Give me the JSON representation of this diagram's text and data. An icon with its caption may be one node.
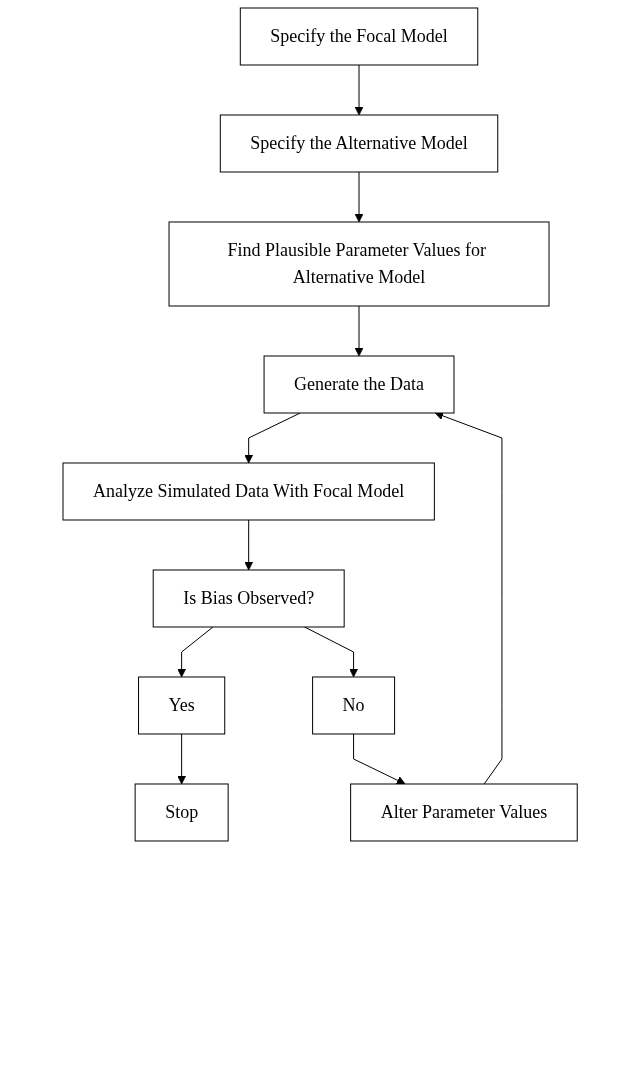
{
  "diagram": {
    "nodes": [
      {
        "text": [
          "Specify the Focal Model"
        ]
      },
      {
        "text": [
          "Specify the Alternative Model"
        ]
      },
      {
        "text": [
          "Find Plausible Parameter Values for Alternative Model"
        ]
      },
      {
        "text": [
          "Generate the Data"
        ]
      },
      {
        "text": [
          "Analyze Simulated Data With Focal Model"
        ]
      },
      {
        "text": [
          "Is Bias Observed?"
        ]
      },
      {
        "text": [
          "Yes"
        ]
      },
      {
        "text": [
          "No"
        ]
      },
      {
        "text": [
          "Stop"
        ]
      },
      {
        "text": [
          "Alter Parameter Values"
        ]
      }
    ],
    "edges": [
      {
        "from": 0,
        "to": 1,
        "arrow": "to"
      },
      {
        "from": 1,
        "to": 2,
        "arrow": "to"
      },
      {
        "from": 2,
        "to": 3,
        "arrow": "to"
      },
      {
        "from": 3,
        "to": 4,
        "arrow": "to"
      },
      {
        "from": 4,
        "to": 5,
        "arrow": "to"
      },
      {
        "from": 5,
        "to": 6,
        "arrow": "to"
      },
      {
        "from": 5,
        "to": 7,
        "arrow": "to"
      },
      {
        "from": 6,
        "to": 8,
        "arrow": "to"
      },
      {
        "from": 7,
        "to": 9,
        "arrow": "to"
      },
      {
        "from": 9,
        "to": 3,
        "arrow": "to"
      }
    ]
  }
}
